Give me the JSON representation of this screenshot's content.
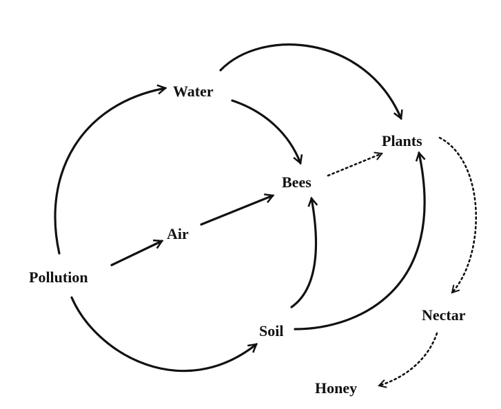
{
  "diagram": {
    "nodes": {
      "water": "Water",
      "plants": "Plants",
      "bees": "Bees",
      "air": "Air",
      "pollution": "Pollution",
      "nectar": "Nectar",
      "soil": "Soil",
      "honey": "Honey"
    },
    "edges": [
      {
        "from": "pollution",
        "to": "water",
        "style": "solid"
      },
      {
        "from": "pollution",
        "to": "air",
        "style": "solid"
      },
      {
        "from": "pollution",
        "to": "soil",
        "style": "solid"
      },
      {
        "from": "water",
        "to": "plants",
        "style": "solid"
      },
      {
        "from": "water",
        "to": "bees",
        "style": "solid"
      },
      {
        "from": "air",
        "to": "bees",
        "style": "solid"
      },
      {
        "from": "soil",
        "to": "bees",
        "style": "solid"
      },
      {
        "from": "soil",
        "to": "plants",
        "style": "solid"
      },
      {
        "from": "bees",
        "to": "plants",
        "style": "dotted"
      },
      {
        "from": "plants",
        "to": "nectar",
        "style": "dotted"
      },
      {
        "from": "nectar",
        "to": "honey",
        "style": "dotted"
      }
    ],
    "colors": {
      "ink": "#111111",
      "background": "#ffffff"
    }
  }
}
